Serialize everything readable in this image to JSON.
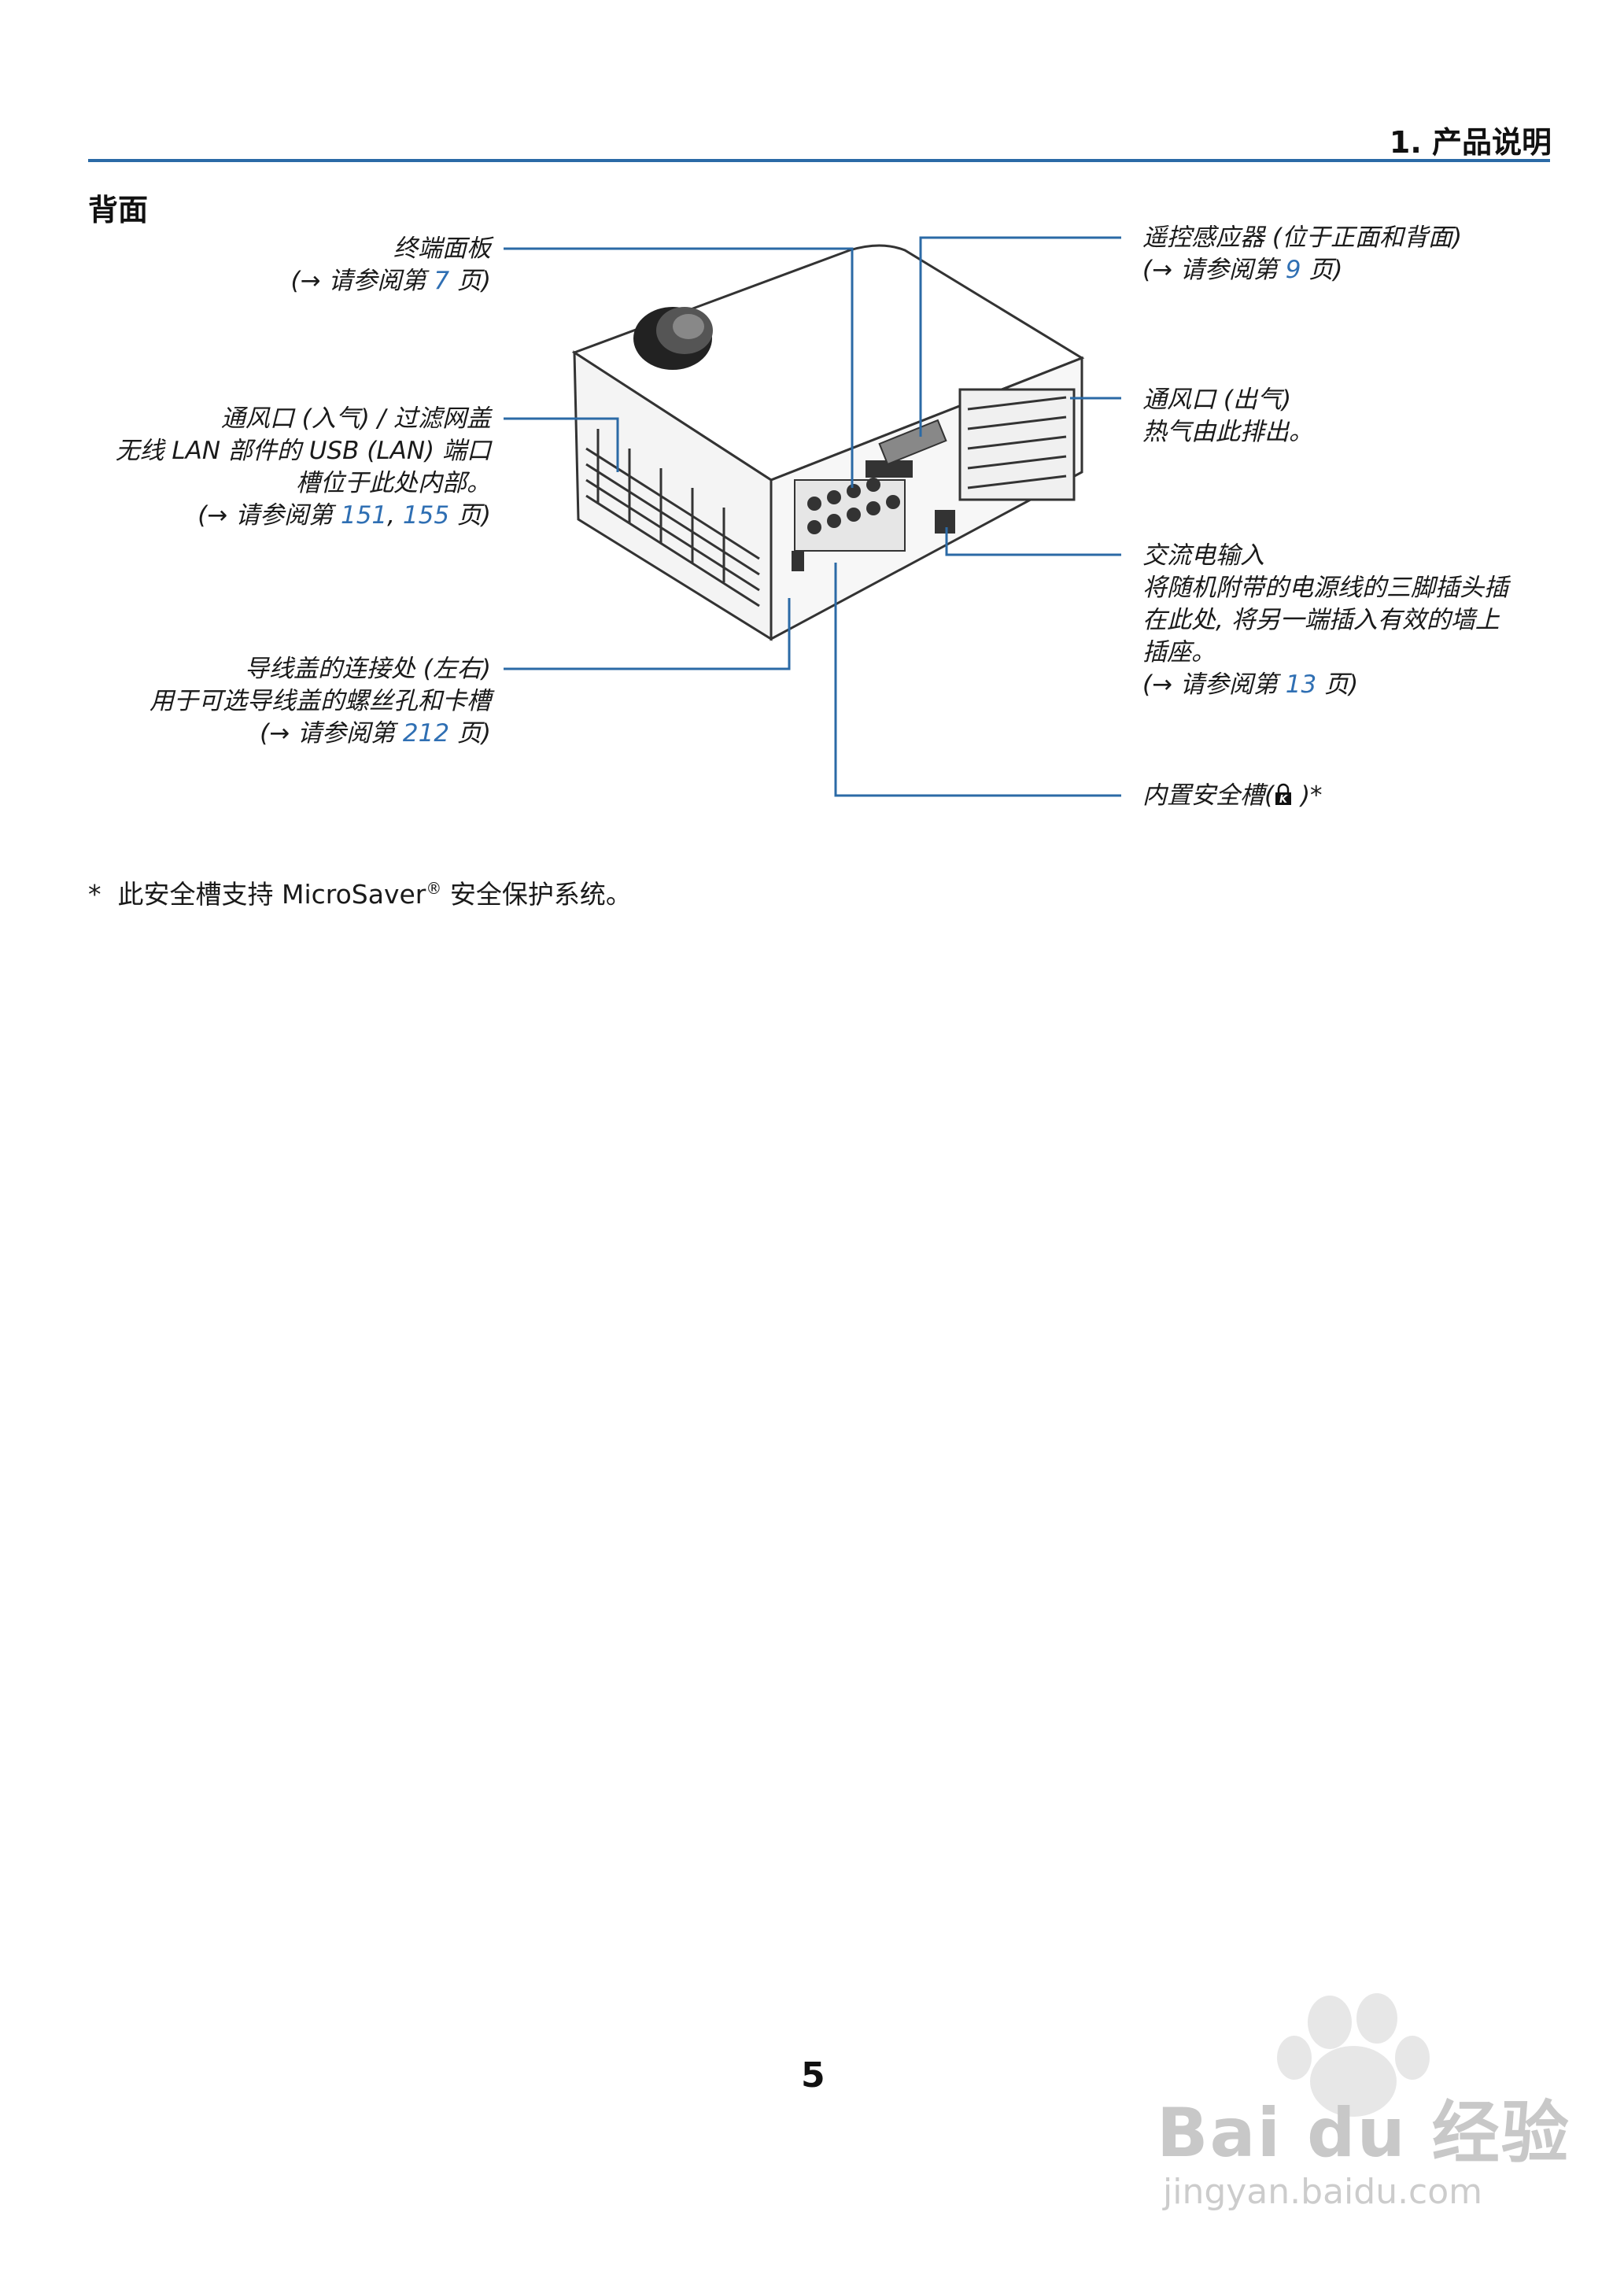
{
  "header": {
    "chapter": "1. 产品说明"
  },
  "section_title": "背面",
  "callouts": {
    "terminal": {
      "line1": "终端面板",
      "ref_prefix": "(→ 请参阅第 ",
      "ref_page": "7",
      "ref_suffix": " 页)"
    },
    "intake": {
      "line1": "通风口 (入气) / 过滤网盖",
      "line2": "无线 LAN 部件的 USB (LAN) 端口",
      "line3": "槽位于此处内部。",
      "ref_prefix": "(→ 请参阅第 ",
      "ref_page1": "151",
      "ref_sep": ", ",
      "ref_page2": "155",
      "ref_suffix": " 页)"
    },
    "cable_cover": {
      "line1": "导线盖的连接处 (左右)",
      "line2": "用于可选导线盖的螺丝孔和卡槽",
      "ref_prefix": "(→ 请参阅第 ",
      "ref_page": "212",
      "ref_suffix": " 页)"
    },
    "remote_sensor": {
      "line1": "遥控感应器 (位于正面和背面)",
      "ref_prefix": "(→ 请参阅第 ",
      "ref_page": "9",
      "ref_suffix": " 页)"
    },
    "exhaust": {
      "line1": "通风口 (出气)",
      "line2": "热气由此排出。"
    },
    "ac_in": {
      "line1": "交流电输入",
      "line2": "将随机附带的电源线的三脚插头插",
      "line3": "在此处, 将另一端插入有效的墙上",
      "line4": "插座。",
      "ref_prefix": "(→ 请参阅第 ",
      "ref_page": "13",
      "ref_suffix": " 页)"
    },
    "security": {
      "text_before": "内置安全槽(",
      "text_after": " )*"
    }
  },
  "footnote": {
    "star": "*",
    "text_before": "此安全槽支持 MicroSaver",
    "registered": "®",
    "text_after": " 安全保护系统。"
  },
  "page_number": "5",
  "watermark": {
    "brand": "Bai du 经验",
    "url": "jingyan.baidu.com"
  },
  "colors": {
    "accent": "#2b6aa6",
    "link": "#2f6fb3"
  }
}
